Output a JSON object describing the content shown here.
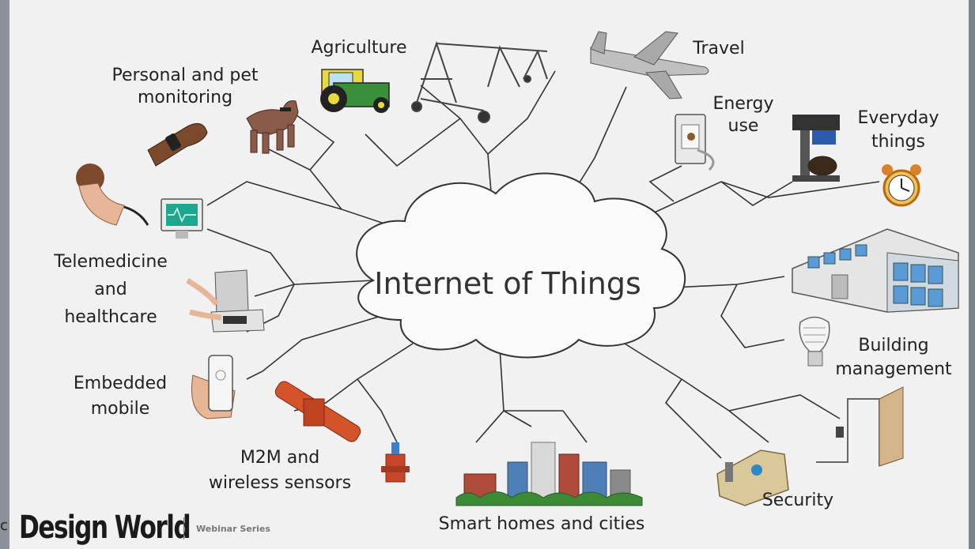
{
  "diagram": {
    "center": "Internet of Things",
    "categories": {
      "agriculture": "Agriculture",
      "personal_pet": [
        "Personal and pet",
        "monitoring"
      ],
      "travel": "Travel",
      "energy": [
        "Energy",
        "use"
      ],
      "everyday": [
        "Everyday",
        "things"
      ],
      "telemedicine": [
        "Telemedicine",
        "and",
        "healthcare"
      ],
      "building": [
        "Building",
        "management"
      ],
      "embedded": [
        "Embedded",
        "mobile"
      ],
      "m2m": [
        "M2M and",
        "wireless sensors"
      ],
      "smart_homes": "Smart homes and cities",
      "security": "Security"
    }
  },
  "footer": {
    "left_fragment": "c",
    "brand": "Design World",
    "series": "Webinar Series"
  }
}
